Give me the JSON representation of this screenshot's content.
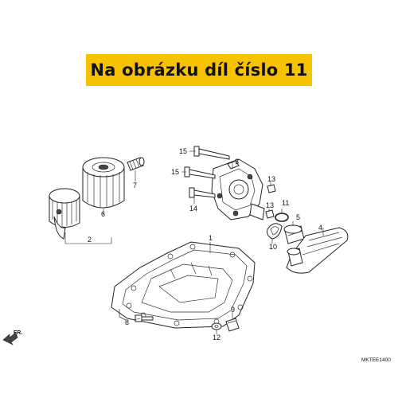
{
  "banner": {
    "text": "Na obrázku díl číslo 11",
    "color": "#f7c200"
  },
  "diagram_code": "MKTEE1400",
  "direction_label": "FR.",
  "callouts": [
    {
      "id": "c1",
      "label": "1"
    },
    {
      "id": "c2",
      "label": "2"
    },
    {
      "id": "c3",
      "label": "3"
    },
    {
      "id": "c4",
      "label": "4"
    },
    {
      "id": "c5",
      "label": "5"
    },
    {
      "id": "c6",
      "label": "6"
    },
    {
      "id": "c7",
      "label": "7"
    },
    {
      "id": "c8",
      "label": "8"
    },
    {
      "id": "c9",
      "label": "9"
    },
    {
      "id": "c10",
      "label": "10"
    },
    {
      "id": "c11",
      "label": "11"
    },
    {
      "id": "c12",
      "label": "12"
    },
    {
      "id": "c13a",
      "label": "13"
    },
    {
      "id": "c13b",
      "label": "13"
    },
    {
      "id": "c14",
      "label": "14"
    },
    {
      "id": "c15a",
      "label": "15"
    },
    {
      "id": "c15b",
      "label": "15"
    }
  ]
}
